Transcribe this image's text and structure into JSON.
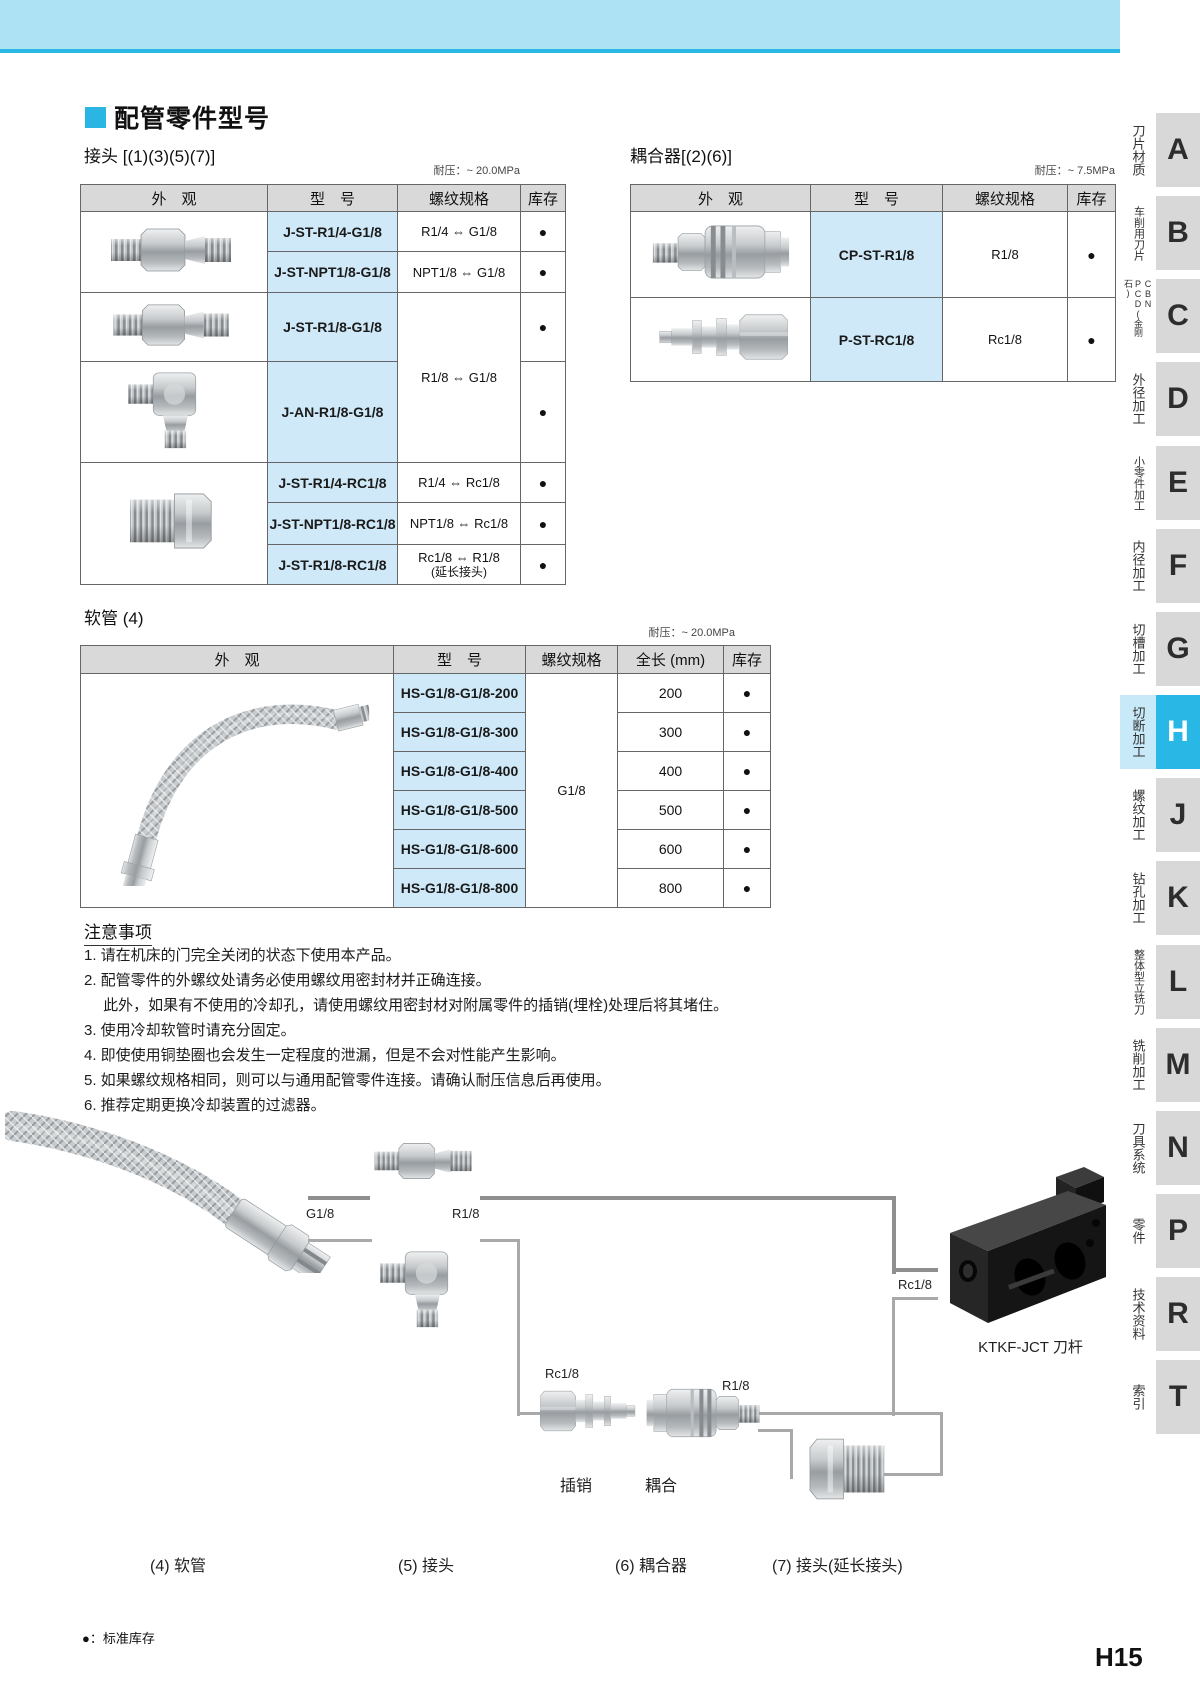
{
  "page": {
    "title": "配管零件型号",
    "page_number": "H15",
    "stock_legend": "●：标准库存"
  },
  "joints": {
    "label": "接头 [(1)(3)(5)(7)]",
    "pressure": "耐压：~ 20.0MPa",
    "headers": {
      "appearance": "外　观",
      "model": "型　号",
      "thread": "螺纹规格",
      "stock": "库存"
    },
    "rows": [
      {
        "model": "J-ST-R1/4-G1/8",
        "thread": "R1/4 ⇔ G1/8",
        "stock": "●"
      },
      {
        "model": "J-ST-NPT1/8-G1/8",
        "thread": "NPT1/8 ⇔ G1/8",
        "stock": "●"
      },
      {
        "model": "J-ST-R1/8-G1/8",
        "thread": "R1/8 ⇔ G1/8",
        "stock": "●"
      },
      {
        "model": "J-AN-R1/8-G1/8",
        "stock": "●"
      },
      {
        "model": "J-ST-R1/4-RC1/8",
        "thread": "R1/4 ⇔ Rc1/8",
        "stock": "●"
      },
      {
        "model": "J-ST-NPT1/8-RC1/8",
        "thread": "NPT1/8 ⇔ Rc1/8",
        "stock": "●"
      },
      {
        "model": "J-ST-R1/8-RC1/8",
        "thread": "Rc1/8 ⇔ R1/8",
        "thread_note": "(延长接头)",
        "stock": "●"
      }
    ]
  },
  "couplers": {
    "label": "耦合器[(2)(6)]",
    "pressure": "耐压：~ 7.5MPa",
    "headers": {
      "appearance": "外　观",
      "model": "型　号",
      "thread": "螺纹规格",
      "stock": "库存"
    },
    "rows": [
      {
        "model": "CP-ST-R1/8",
        "thread": "R1/8",
        "stock": "●"
      },
      {
        "model": "P-ST-RC1/8",
        "thread": "Rc1/8",
        "stock": "●"
      }
    ]
  },
  "hose": {
    "label": "软管 (4)",
    "pressure": "耐压：~ 20.0MPa",
    "headers": {
      "appearance": "外　观",
      "model": "型　号",
      "thread": "螺纹规格",
      "length": "全长 (mm)",
      "stock": "库存"
    },
    "shared_thread": "G1/8",
    "rows": [
      {
        "model": "HS-G1/8-G1/8-200",
        "length": "200",
        "stock": "●"
      },
      {
        "model": "HS-G1/8-G1/8-300",
        "length": "300",
        "stock": "●"
      },
      {
        "model": "HS-G1/8-G1/8-400",
        "length": "400",
        "stock": "●"
      },
      {
        "model": "HS-G1/8-G1/8-500",
        "length": "500",
        "stock": "●"
      },
      {
        "model": "HS-G1/8-G1/8-600",
        "length": "600",
        "stock": "●"
      },
      {
        "model": "HS-G1/8-G1/8-800",
        "length": "800",
        "stock": "●"
      }
    ]
  },
  "notes": {
    "heading": "注意事项",
    "items": [
      "1. 请在机床的门完全关闭的状态下使用本产品。",
      "2. 配管零件的外螺纹处请务必使用螺纹用密封材并正确连接。",
      "　 此外，如果有不使用的冷却孔，请使用螺纹用密封材对附属零件的插销(埋栓)处理后将其堵住。",
      "3. 使用冷却软管时请充分固定。",
      "4. 即使使用铜垫圈也会发生一定程度的泄漏，但是不会对性能产生影响。",
      "5. 如果螺纹规格相同，则可以与通用配管零件连接。请确认耐压信息后再使用。",
      "6. 推荐定期更换冷却装置的过滤器。"
    ]
  },
  "diagram": {
    "g18": "G1/8",
    "r18_joint": "R1/8",
    "rc18_holder": "Rc1/8",
    "rc18_pin": "Rc1/8",
    "r18_coupling": "R1/8",
    "holder_label": "KTKF-JCT 刀杆",
    "pin_label": "插销",
    "coupling_label": "耦合",
    "cat_hose": "(4) 软管",
    "cat_joint": "(5) 接头",
    "cat_coupler": "(6) 耦合器",
    "cat_joint_ext": "(7) 接头(延长接头)"
  },
  "sidebar": {
    "tabs": [
      {
        "letter": "A",
        "label": "刀片材质"
      },
      {
        "letter": "B",
        "label": "车削用刀片"
      },
      {
        "letter": "C",
        "label": "CBN\nPCD(金刚石)"
      },
      {
        "letter": "D",
        "label": "外径加工"
      },
      {
        "letter": "E",
        "label": "小零件加工"
      },
      {
        "letter": "F",
        "label": "内径加工"
      },
      {
        "letter": "G",
        "label": "切槽加工"
      },
      {
        "letter": "H",
        "label": "切断加工",
        "active": true
      },
      {
        "letter": "J",
        "label": "螺纹加工"
      },
      {
        "letter": "K",
        "label": "钻孔加工"
      },
      {
        "letter": "L",
        "label": "整体型立铣刀"
      },
      {
        "letter": "M",
        "label": "铣削加工"
      },
      {
        "letter": "N",
        "label": "刀具系统"
      },
      {
        "letter": "P",
        "label": "零件"
      },
      {
        "letter": "R",
        "label": "技术资料"
      },
      {
        "letter": "T",
        "label": "索引"
      }
    ]
  },
  "colors": {
    "accent_cyan": "#29b7e5",
    "banner_blue": "#ade2f5",
    "model_cell_blue": "#cfe9f8",
    "header_gray": "#d9d9d9"
  }
}
